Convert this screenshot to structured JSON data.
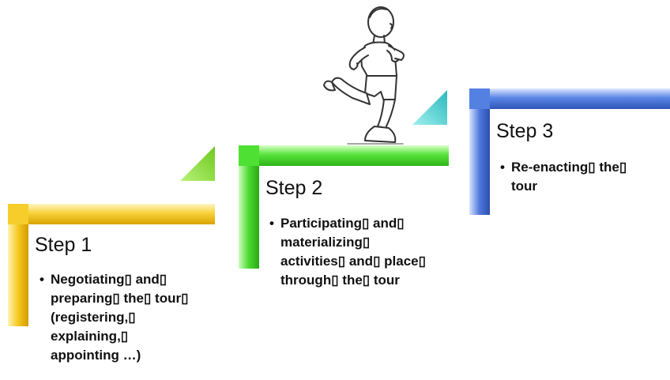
{
  "colors": {
    "step1": "#f3c019",
    "step2": "#45d72c",
    "step3": "#3f6fd2",
    "triangle1": "#7ed321",
    "triangle2": "#38c6c9"
  },
  "steps": [
    {
      "title": "Step 1",
      "bullet_lines": [
        "Negotiating▯ and▯",
        "preparing▯ the▯ tour▯",
        "(registering,▯",
        "explaining,▯",
        "appointing …)"
      ]
    },
    {
      "title": "Step 2",
      "bullet_lines": [
        "Participating▯ and▯",
        "materializing▯",
        "activities▯ and▯ place▯",
        "through▯ the▯ tour"
      ]
    },
    {
      "title": "Step 3",
      "bullet_lines": [
        "Re-enacting▯ the▯",
        "tour"
      ]
    }
  ],
  "figure": {
    "icon": "running-person-icon"
  }
}
